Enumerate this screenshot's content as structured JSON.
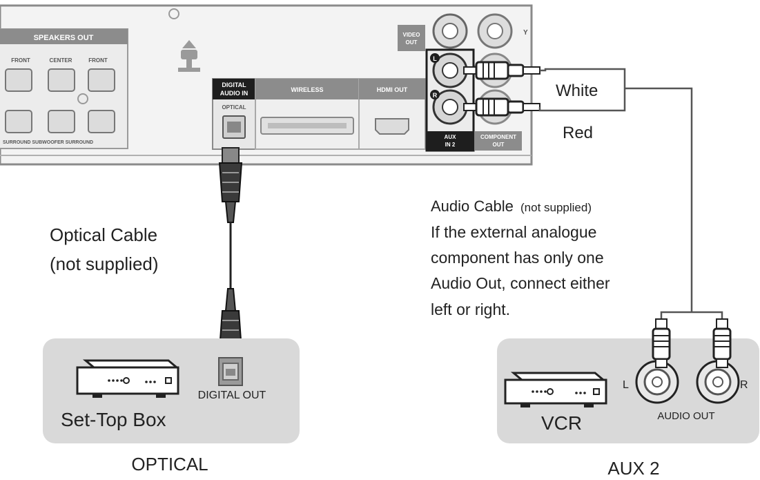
{
  "panel": {
    "speakers_out": "SPEAKERS OUT",
    "front_left": "FRONT",
    "center": "CENTER",
    "front_right": "FRONT",
    "surround_row": "SURROUND SUBWOOFER SURROUND",
    "video_out": [
      "VIDEO",
      "OUT"
    ],
    "digital_audio_in": [
      "DIGITAL",
      "AUDIO IN"
    ],
    "optical": "OPTICAL",
    "wireless": "WIRELESS",
    "hdmi_out": "HDMI OUT",
    "aux_in_2": [
      "AUX",
      "IN 2"
    ],
    "component_out": [
      "COMPONENT",
      "OUT"
    ],
    "jack_l": "L",
    "jack_r": "R",
    "jack_y": "Y"
  },
  "labels": {
    "white": "White",
    "red": "Red",
    "optical_cable_title": "Optical Cable",
    "optical_cable_note": "(not supplied)",
    "audio_cable_title": "Audio Cable",
    "audio_cable_note": "(not supplied)",
    "audio_cable_lines": [
      "If the external analogue",
      "component has only one",
      "Audio Out, connect either",
      "left or right."
    ]
  },
  "settop_box": {
    "name": "Set-Top Box",
    "port": "DIGITAL OUT",
    "caption": "OPTICAL"
  },
  "vcr": {
    "name": "VCR",
    "port": "AUDIO OUT",
    "left": "L",
    "right": "R",
    "caption": "AUX 2"
  },
  "colors": {
    "panel_fill": "#f3f3f3",
    "panel_stroke": "#8a8a8a",
    "label_box": "#7a7a7a",
    "device_box": "#d9d9d9",
    "text": "#222222"
  }
}
